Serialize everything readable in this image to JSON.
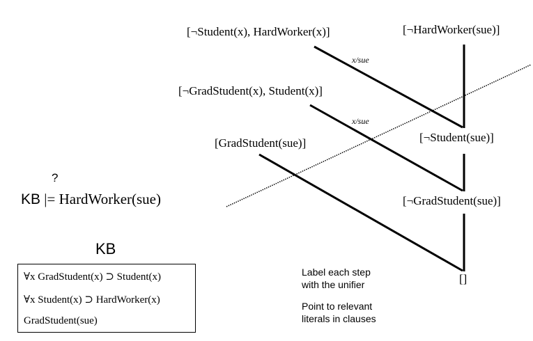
{
  "clauses": {
    "c1": "[¬Student(x), HardWorker(x)]",
    "c2": "[¬HardWorker(sue)]",
    "c3": "[¬GradStudent(x), Student(x)]",
    "c4": "[GradStudent(sue)]",
    "r1": "[¬Student(sue)]",
    "r2": "[¬GradStudent(sue)]",
    "r3": "[]"
  },
  "unifiers": {
    "u1": "x/sue",
    "u2": "x/sue"
  },
  "query": {
    "question_mark": "?",
    "kb": "KB",
    "entails": "|=",
    "goal": "HardWorker(sue)"
  },
  "kb": {
    "title": "KB",
    "rows": [
      "∀x GradStudent(x) ⊃ Student(x)",
      "∀x Student(x) ⊃ HardWorker(x)",
      "GradStudent(sue)"
    ]
  },
  "notes": {
    "n1a": "Label each step",
    "n1b": "with the unifier",
    "n2a": "Point to relevant",
    "n2b": "literals in clauses"
  }
}
